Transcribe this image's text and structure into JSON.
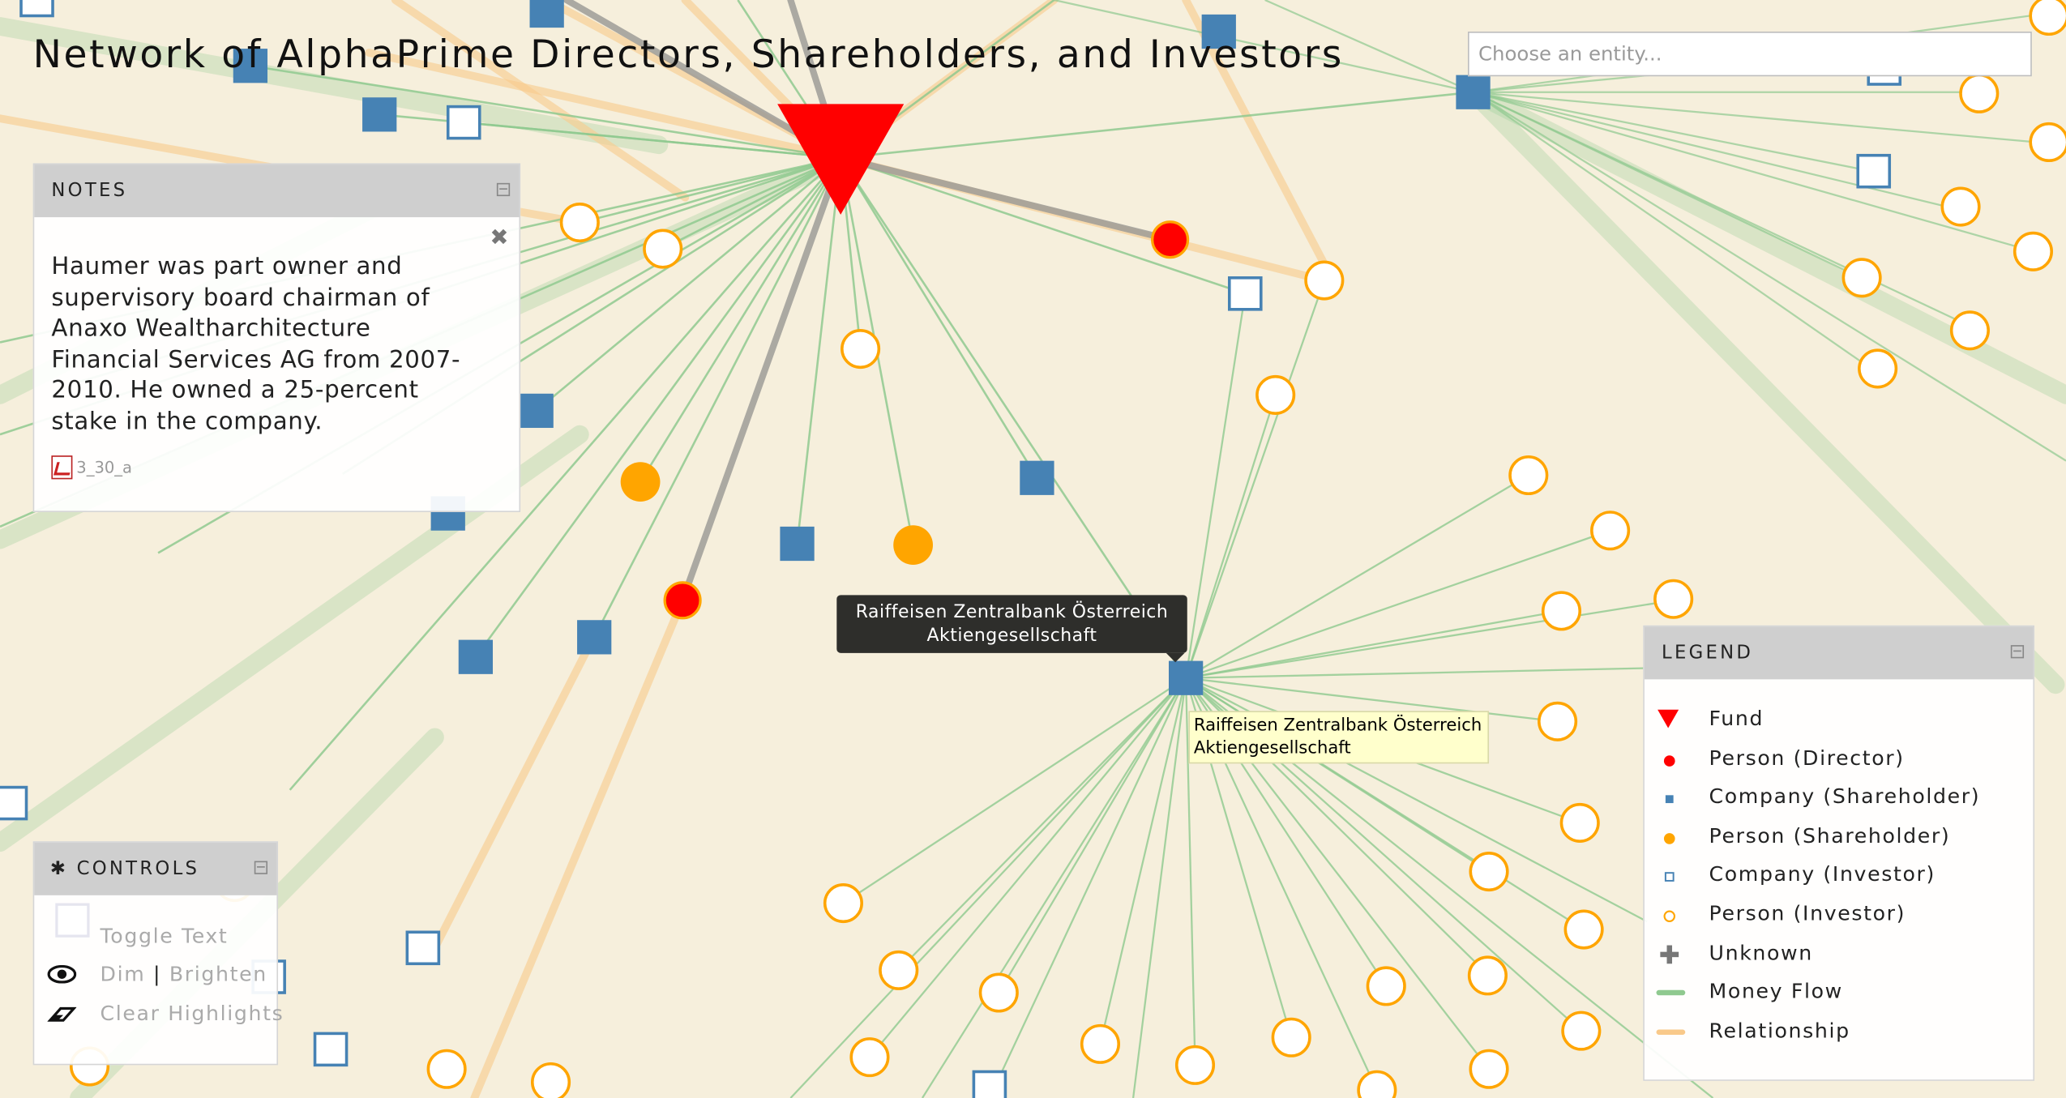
{
  "title": "Network of AlphaPrime Directors, Shareholders, and Investors",
  "search": {
    "placeholder": "Choose an entity..."
  },
  "notes": {
    "header": "NOTES",
    "text": "Haumer was part owner and supervisory board chairman of Anaxo Wealtharchitecture Financial Services AG from 2007-2010. He owned a 25-percent stake in the company.",
    "attachment": "3_30_a",
    "close_icon": "close-icon",
    "collapse_icon": "collapse-icon"
  },
  "controls": {
    "header": "CONTROLS",
    "toggle_text": "Toggle Text",
    "dim": "Dim",
    "separator": "|",
    "brighten": "Brighten",
    "clear": "Clear Highlights"
  },
  "legend": {
    "header": "LEGEND",
    "items": [
      {
        "label": "Fund",
        "symbol": "red-triangle",
        "color": "#ff0000"
      },
      {
        "label": "Person (Director)",
        "symbol": "red-dot",
        "color": "#ff0000"
      },
      {
        "label": "Company (Shareholder)",
        "symbol": "blue-filled-square",
        "color": "#4682b4"
      },
      {
        "label": "Person (Shareholder)",
        "symbol": "orange-dot",
        "color": "#ffa500"
      },
      {
        "label": "Company (Investor)",
        "symbol": "blue-hollow-square",
        "color": "#4682b4"
      },
      {
        "label": "Person (Investor)",
        "symbol": "orange-hollow-circle",
        "color": "#ffa500"
      },
      {
        "label": "Unknown",
        "symbol": "gray-plus",
        "color": "#777777"
      },
      {
        "label": "Money Flow",
        "symbol": "green-line",
        "color": "#8fc98f"
      },
      {
        "label": "Relationship",
        "symbol": "orange-line",
        "color": "#f9c98a"
      }
    ]
  },
  "tooltip_dark": {
    "line1": "Raiffeisen Zentralbank Österreich",
    "line2": "Aktiengesellschaft"
  },
  "tooltip_light": {
    "line1": "Raiffeisen Zentralbank Österreich",
    "line2": "Aktiengesellschaft"
  },
  "colors": {
    "background": "#f6efdc",
    "fund": "#ff0000",
    "company": "#4682b4",
    "person_shareholder": "#ffa500",
    "money_flow": "#8fc98f",
    "relationship": "#f9c98a",
    "highlight_edge": "#9e9c98"
  }
}
